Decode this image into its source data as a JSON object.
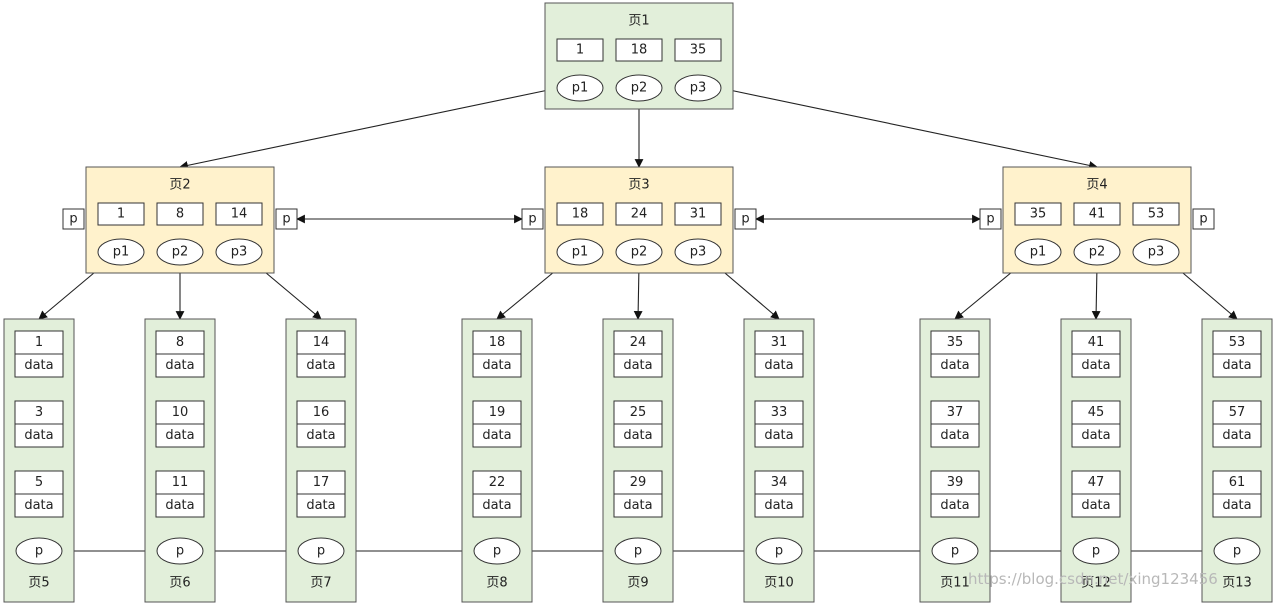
{
  "root": {
    "title": "页1",
    "keys": [
      "1",
      "18",
      "35"
    ],
    "pointers": [
      "p1",
      "p2",
      "p3"
    ]
  },
  "internal": [
    {
      "title": "页2",
      "keys": [
        "1",
        "8",
        "14"
      ],
      "pointers": [
        "p1",
        "p2",
        "p3"
      ],
      "side_left": "p",
      "side_right": "p"
    },
    {
      "title": "页3",
      "keys": [
        "18",
        "24",
        "31"
      ],
      "pointers": [
        "p1",
        "p2",
        "p3"
      ],
      "side_left": "p",
      "side_right": "p"
    },
    {
      "title": "页4",
      "keys": [
        "35",
        "41",
        "53"
      ],
      "pointers": [
        "p1",
        "p2",
        "p3"
      ],
      "side_left": "p",
      "side_right": "p"
    }
  ],
  "leaves": [
    {
      "title": "页5",
      "records": [
        {
          "key": "1",
          "data": "data"
        },
        {
          "key": "3",
          "data": "data"
        },
        {
          "key": "5",
          "data": "data"
        }
      ],
      "pointer": "p"
    },
    {
      "title": "页6",
      "records": [
        {
          "key": "8",
          "data": "data"
        },
        {
          "key": "10",
          "data": "data"
        },
        {
          "key": "11",
          "data": "data"
        }
      ],
      "pointer": "p"
    },
    {
      "title": "页7",
      "records": [
        {
          "key": "14",
          "data": "data"
        },
        {
          "key": "16",
          "data": "data"
        },
        {
          "key": "17",
          "data": "data"
        }
      ],
      "pointer": "p"
    },
    {
      "title": "页8",
      "records": [
        {
          "key": "18",
          "data": "data"
        },
        {
          "key": "19",
          "data": "data"
        },
        {
          "key": "22",
          "data": "data"
        }
      ],
      "pointer": "p"
    },
    {
      "title": "页9",
      "records": [
        {
          "key": "24",
          "data": "data"
        },
        {
          "key": "25",
          "data": "data"
        },
        {
          "key": "29",
          "data": "data"
        }
      ],
      "pointer": "p"
    },
    {
      "title": "页10",
      "records": [
        {
          "key": "31",
          "data": "data"
        },
        {
          "key": "33",
          "data": "data"
        },
        {
          "key": "34",
          "data": "data"
        }
      ],
      "pointer": "p"
    },
    {
      "title": "页11",
      "records": [
        {
          "key": "35",
          "data": "data"
        },
        {
          "key": "37",
          "data": "data"
        },
        {
          "key": "39",
          "data": "data"
        }
      ],
      "pointer": "p"
    },
    {
      "title": "页12",
      "records": [
        {
          "key": "41",
          "data": "data"
        },
        {
          "key": "45",
          "data": "data"
        },
        {
          "key": "47",
          "data": "data"
        }
      ],
      "pointer": "p"
    },
    {
      "title": "页13",
      "records": [
        {
          "key": "53",
          "data": "data"
        },
        {
          "key": "57",
          "data": "data"
        },
        {
          "key": "61",
          "data": "data"
        }
      ],
      "pointer": "p"
    }
  ],
  "colors": {
    "leaf_fill": "#e2efda",
    "root_fill": "#e2efda",
    "internal_fill": "#fff2cc"
  },
  "watermark": "https://blog.csdn.net/xing123456"
}
